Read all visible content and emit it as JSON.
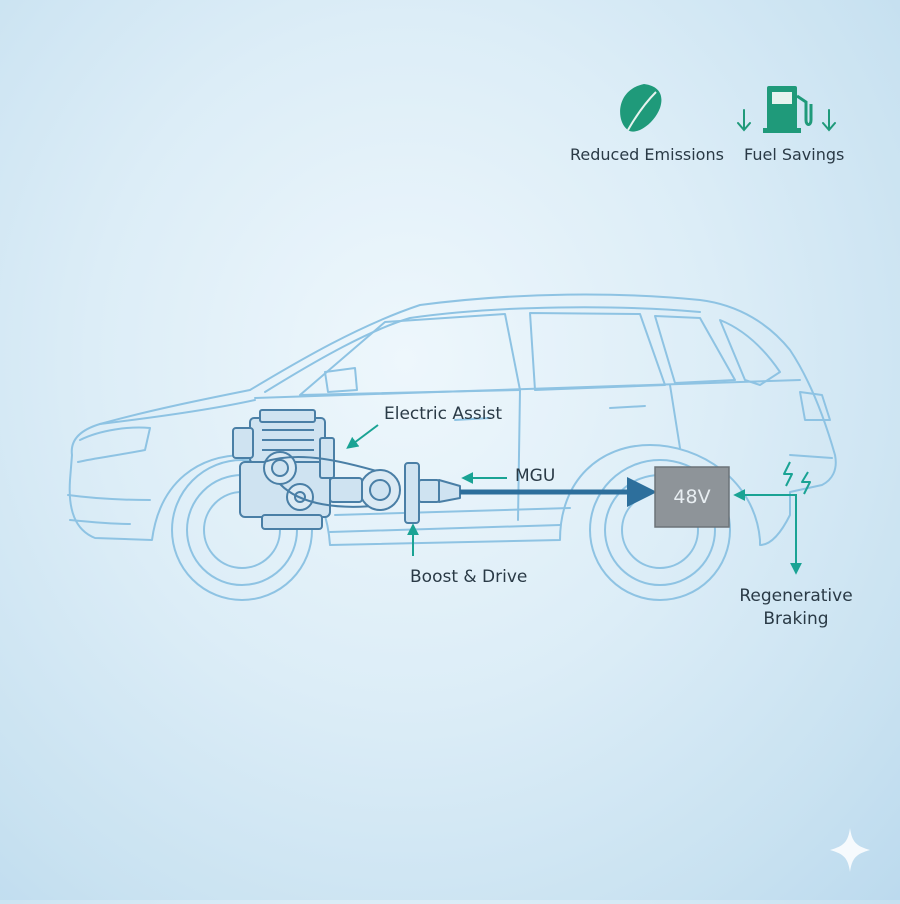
{
  "legend": {
    "reduced_emissions": "Reduced Emissions",
    "fuel_savings": "Fuel Savings",
    "leaf_icon": "leaf-icon",
    "fuel_pump_icon": "fuel-pump-icon"
  },
  "diagram": {
    "electric_assist": "Electric Assist",
    "mgu": "MGU",
    "boost_drive": "Boost & Drive",
    "battery": "48V",
    "regenerative_line1": "Regenerative",
    "regenerative_line2": "Braking"
  },
  "colors": {
    "accent_green": "#1f9a7a",
    "teal_arrow": "#1aa394",
    "car_outline": "#8ec3e3",
    "engine": "#4a7fa6",
    "battery": "#8e9499",
    "cable": "#2d6f9c"
  }
}
